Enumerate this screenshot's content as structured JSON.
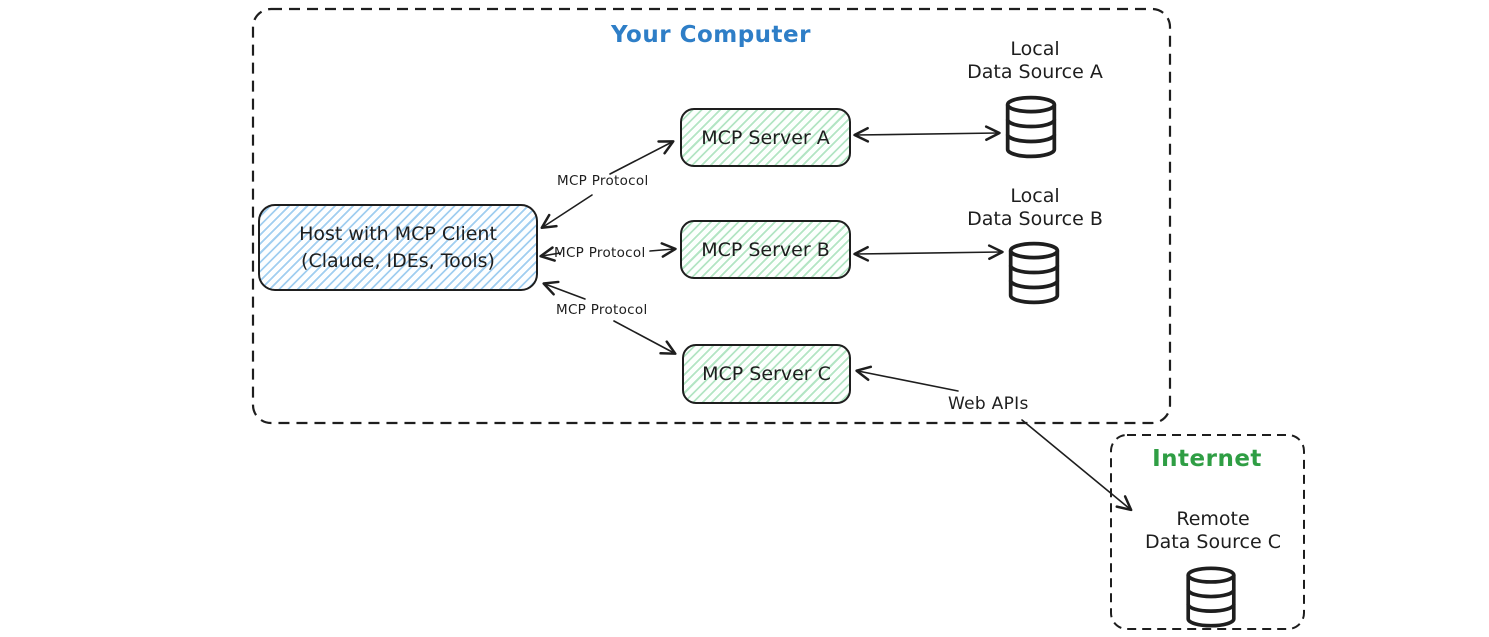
{
  "colors": {
    "blue": "#2e7ec7",
    "green": "#2f9e44",
    "ink": "#1e1e1e"
  },
  "your_computer": {
    "title": "Your Computer"
  },
  "host": {
    "line1": "Host with MCP Client",
    "line2": "(Claude, IDEs, Tools)"
  },
  "servers": [
    {
      "label": "MCP Server A"
    },
    {
      "label": "MCP Server B"
    },
    {
      "label": "MCP Server C"
    }
  ],
  "connections": {
    "protocol_a": "MCP Protocol",
    "protocol_b": "MCP Protocol",
    "protocol_c": "MCP Protocol",
    "web_apis": "Web APIs"
  },
  "data_sources": [
    {
      "line1": "Local",
      "line2": "Data Source A"
    },
    {
      "line1": "Local",
      "line2": "Data Source B"
    },
    {
      "line1": "Remote",
      "line2": "Data Source C"
    }
  ],
  "internet": {
    "title": "Internet"
  }
}
